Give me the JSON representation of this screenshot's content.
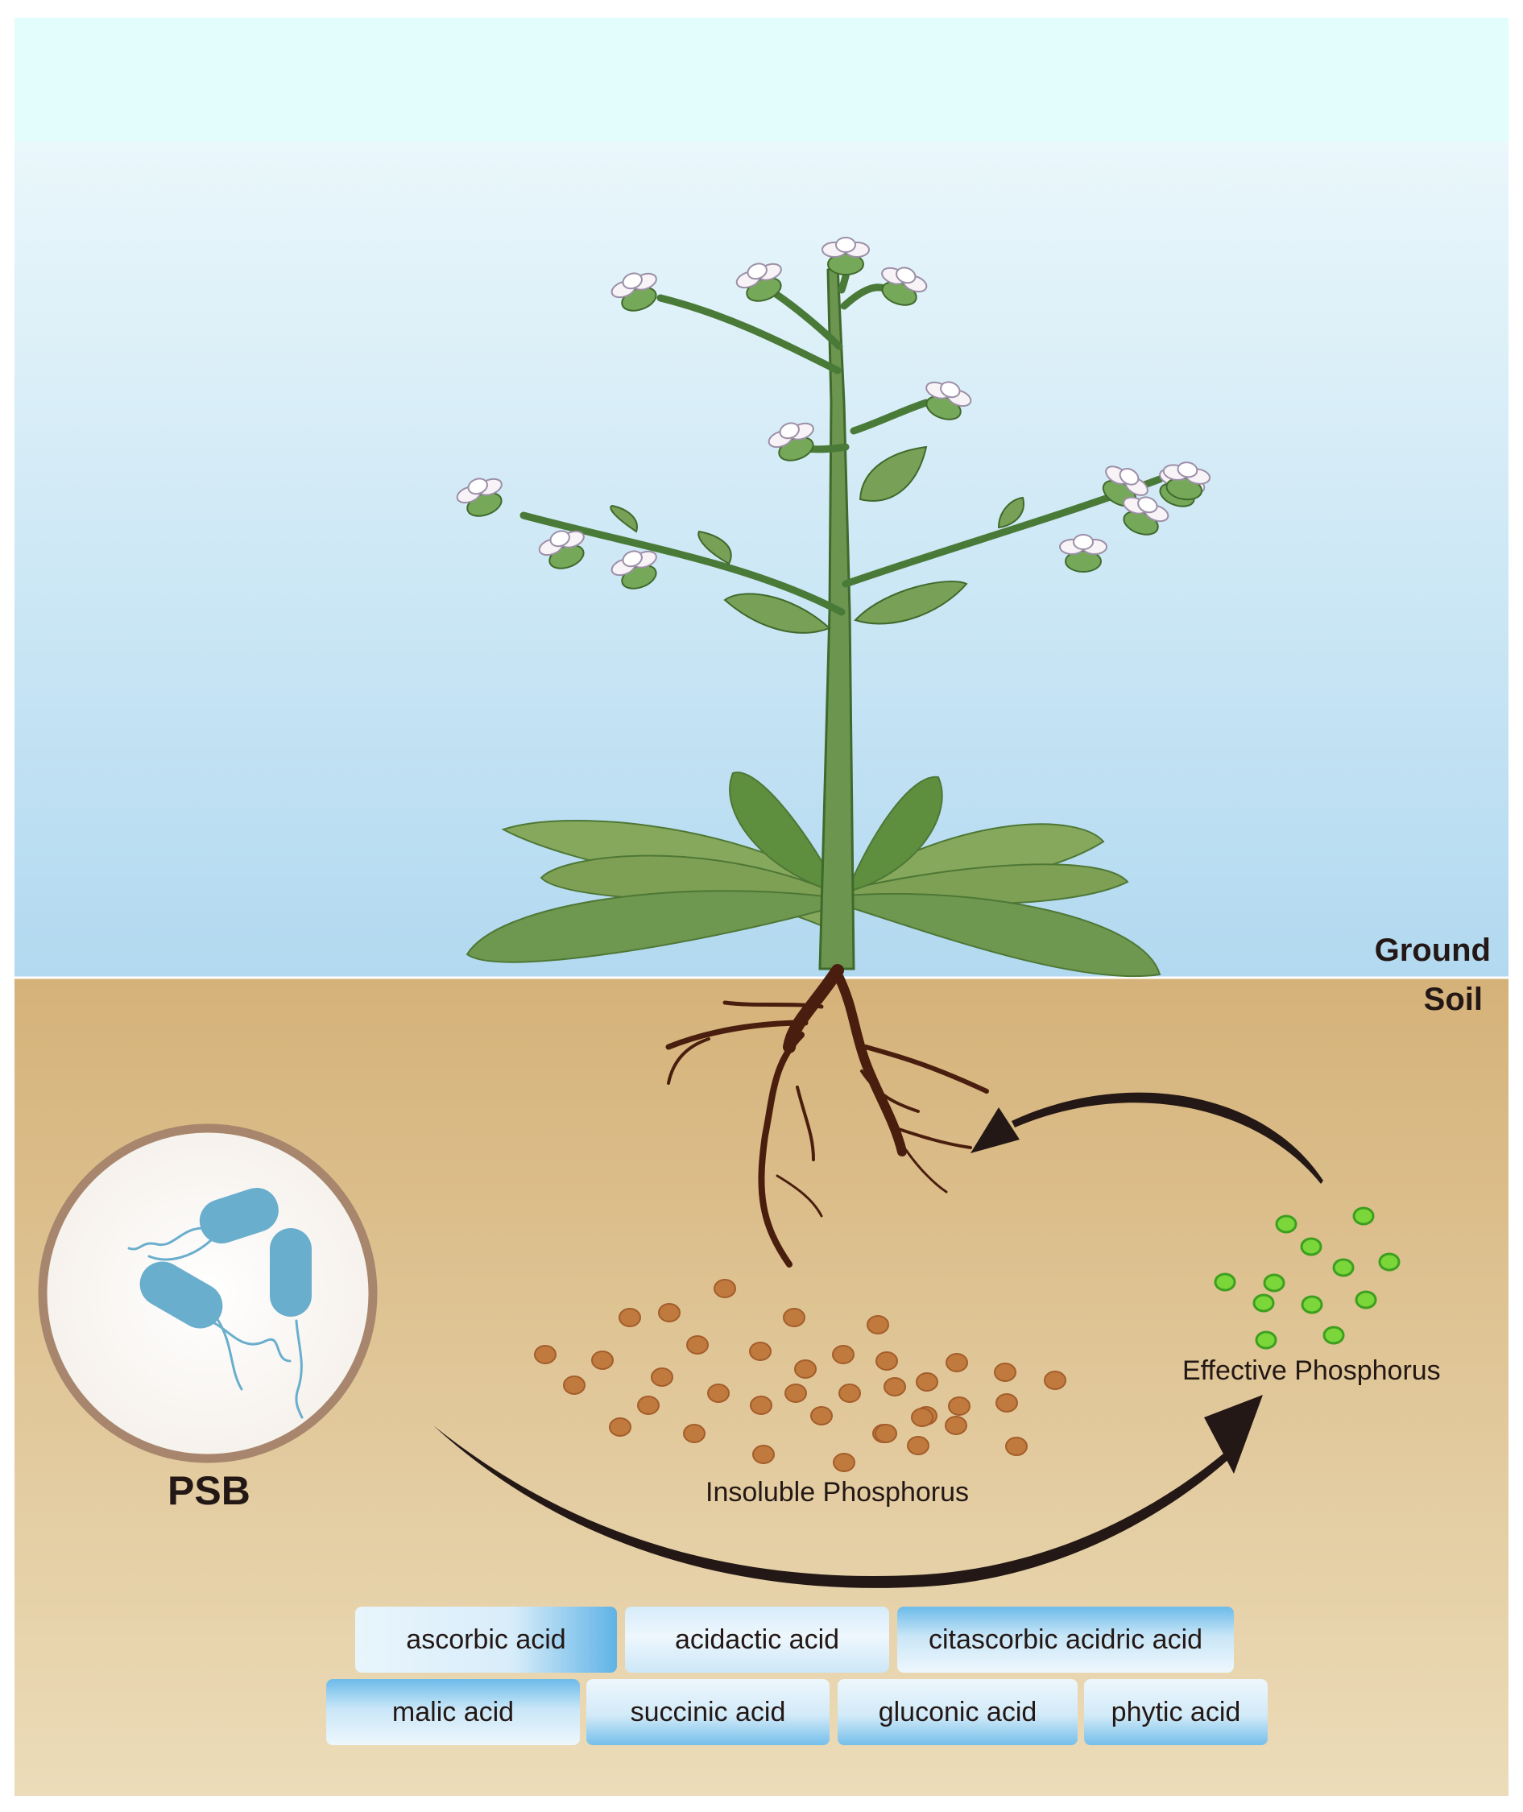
{
  "labels": {
    "ground": "Ground",
    "soil": "Soil",
    "psb": "PSB",
    "insoluble": "Insoluble Phosphorus",
    "effective": "Effective Phosphorus"
  },
  "acids": {
    "row1": [
      "ascorbic acid",
      "acidactic acid",
      "citascorbic acidric acid"
    ],
    "row2": [
      "malic acid",
      "succinic acid",
      "gluconic acid",
      "phytic acid"
    ]
  },
  "colors": {
    "sky_top": "#e3fdfd",
    "sky_bottom": "#b2d9f0",
    "soil_top": "#d5b279",
    "soil_bottom": "#ecdcb9",
    "plant_green": "#5e8a44",
    "root_brown": "#4a1e0e",
    "insoluble_p": "#c07a3e",
    "effective_p": "#56c22a",
    "bacteria": "#6aaecd"
  },
  "icons": [
    "plant-icon",
    "root-icon",
    "bacteria-icon",
    "arrow-icon"
  ]
}
